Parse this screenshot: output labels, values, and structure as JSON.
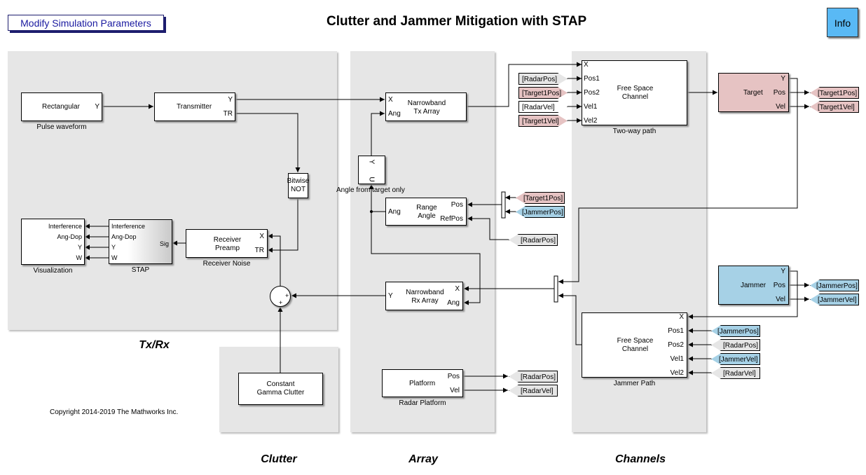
{
  "header": {
    "title": "Clutter and Jammer Mitigation with STAP",
    "modify_button": "Modify Simulation Parameters",
    "info_button": "Info"
  },
  "copyright": "Copyright 2014-2019 The Mathworks Inc.",
  "areas": {
    "txrx": "Tx/Rx",
    "clutter": "Clutter",
    "array": "Array",
    "channels": "Channels"
  },
  "blocks": {
    "rectangular": {
      "name": "Rectangular",
      "port_out": "Y",
      "caption": "Pulse waveform"
    },
    "transmitter": {
      "name": "Transmitter",
      "port_y": "Y",
      "port_tr": "TR"
    },
    "bitwise_not": {
      "line1": "Bitwise",
      "line2": "NOT"
    },
    "receiver_preamp": {
      "line1": "Receiver",
      "line2": "Preamp",
      "port_x": "X",
      "port_tr": "TR",
      "caption": "Receiver Noise"
    },
    "stap": {
      "in1": "Interference",
      "in2": "Ang-Dop",
      "in3": "Y",
      "in4": "W",
      "out": "Sig",
      "caption": "STAP"
    },
    "visualization": {
      "in1": "Interference",
      "in2": "Ang-Dop",
      "in3": "Y",
      "in4": "W",
      "caption": "Visualization"
    },
    "sum": {
      "plus1": "+",
      "plus2": "+"
    },
    "clutter": {
      "line1": "Constant",
      "line2": "Gamma Clutter"
    },
    "tx_array": {
      "line1": "Narrowband",
      "line2": "Tx Array",
      "port_x": "X",
      "port_ang": "Ang"
    },
    "selector": {
      "port_y": "Y",
      "port_u": "U",
      "caption": "Angle from target only"
    },
    "range_angle": {
      "line1": "Range",
      "line2": "Angle",
      "port_ang": "Ang",
      "port_pos": "Pos",
      "port_refpos": "RefPos"
    },
    "rx_array": {
      "line1": "Narrowband",
      "line2": "Rx Array",
      "port_y": "Y",
      "port_x": "X",
      "port_ang": "Ang"
    },
    "platform": {
      "name": "Platform",
      "port_pos": "Pos",
      "port_vel": "Vel",
      "caption": "Radar Platform"
    },
    "two_way": {
      "line1": "Free Space",
      "line2": "Channel",
      "p_x": "X",
      "p_pos1": "Pos1",
      "p_pos2": "Pos2",
      "p_vel1": "Vel1",
      "p_vel2": "Vel2",
      "caption": "Two-way path"
    },
    "target": {
      "name": "Target",
      "port_y": "Y",
      "port_pos": "Pos",
      "port_vel": "Vel"
    },
    "jammer": {
      "name": "Jammer",
      "port_y": "Y",
      "port_pos": "Pos",
      "port_vel": "Vel"
    },
    "jammer_path": {
      "line1": "Free Space",
      "line2": "Channel",
      "p_x": "X",
      "p_pos1": "Pos1",
      "p_pos2": "Pos2",
      "p_vel1": "Vel1",
      "p_vel2": "Vel2",
      "caption": "Jammer Path"
    }
  },
  "tags": {
    "radar_pos": "[RadarPos]",
    "target1_pos": "[Target1Pos]",
    "radar_vel": "[RadarVel]",
    "target1_vel": "[Target1Vel]",
    "jammer_pos": "[JammerPos]",
    "jammer_vel": "[JammerVel]"
  },
  "colors": {
    "area": "#e6e6e6",
    "target": "#e6c3c3",
    "jammer": "#a6d1e6",
    "info": "#59b9f5"
  }
}
